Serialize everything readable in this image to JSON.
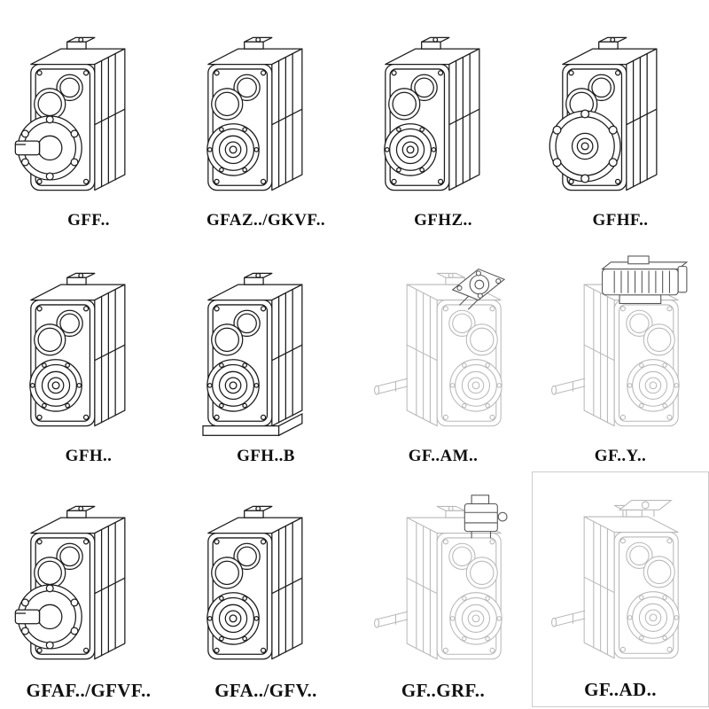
{
  "page": {
    "background": "#ffffff",
    "colors": {
      "ink": "#1c1c1c",
      "faded": "#b9b9b9",
      "attachment": "#555555",
      "box_border": "#cccccc"
    }
  },
  "grid": {
    "rows": 3,
    "columns": 4,
    "items": [
      {
        "label": "GFF..",
        "symbol": "#v-flange-shaft",
        "style": "solid"
      },
      {
        "label": "GFAZ../GKVF..",
        "symbol": "#v-bore",
        "style": "solid"
      },
      {
        "label": "GFHZ..",
        "symbol": "#v-bore",
        "style": "solid"
      },
      {
        "label": "GFHF..",
        "symbol": "#v-flange-front",
        "style": "solid"
      },
      {
        "label": "GFH..",
        "symbol": "#v-bore",
        "style": "solid"
      },
      {
        "label": "GFH..B",
        "symbol": "#v-bore-foot",
        "style": "solid"
      },
      {
        "label": "GF..AM..",
        "symbol": "#v-am",
        "style": "faded"
      },
      {
        "label": "GF..Y..",
        "symbol": "#v-y",
        "style": "faded"
      },
      {
        "label": "GFAF../GFVF..",
        "symbol": "#v-flange-shaft",
        "style": "solid"
      },
      {
        "label": "GFA../GFV..",
        "symbol": "#v-bore",
        "style": "solid"
      },
      {
        "label": "GF..GRF..",
        "symbol": "#v-grf",
        "style": "faded"
      },
      {
        "label": "GF..AD..",
        "symbol": "#v-ad",
        "style": "faded"
      }
    ]
  }
}
